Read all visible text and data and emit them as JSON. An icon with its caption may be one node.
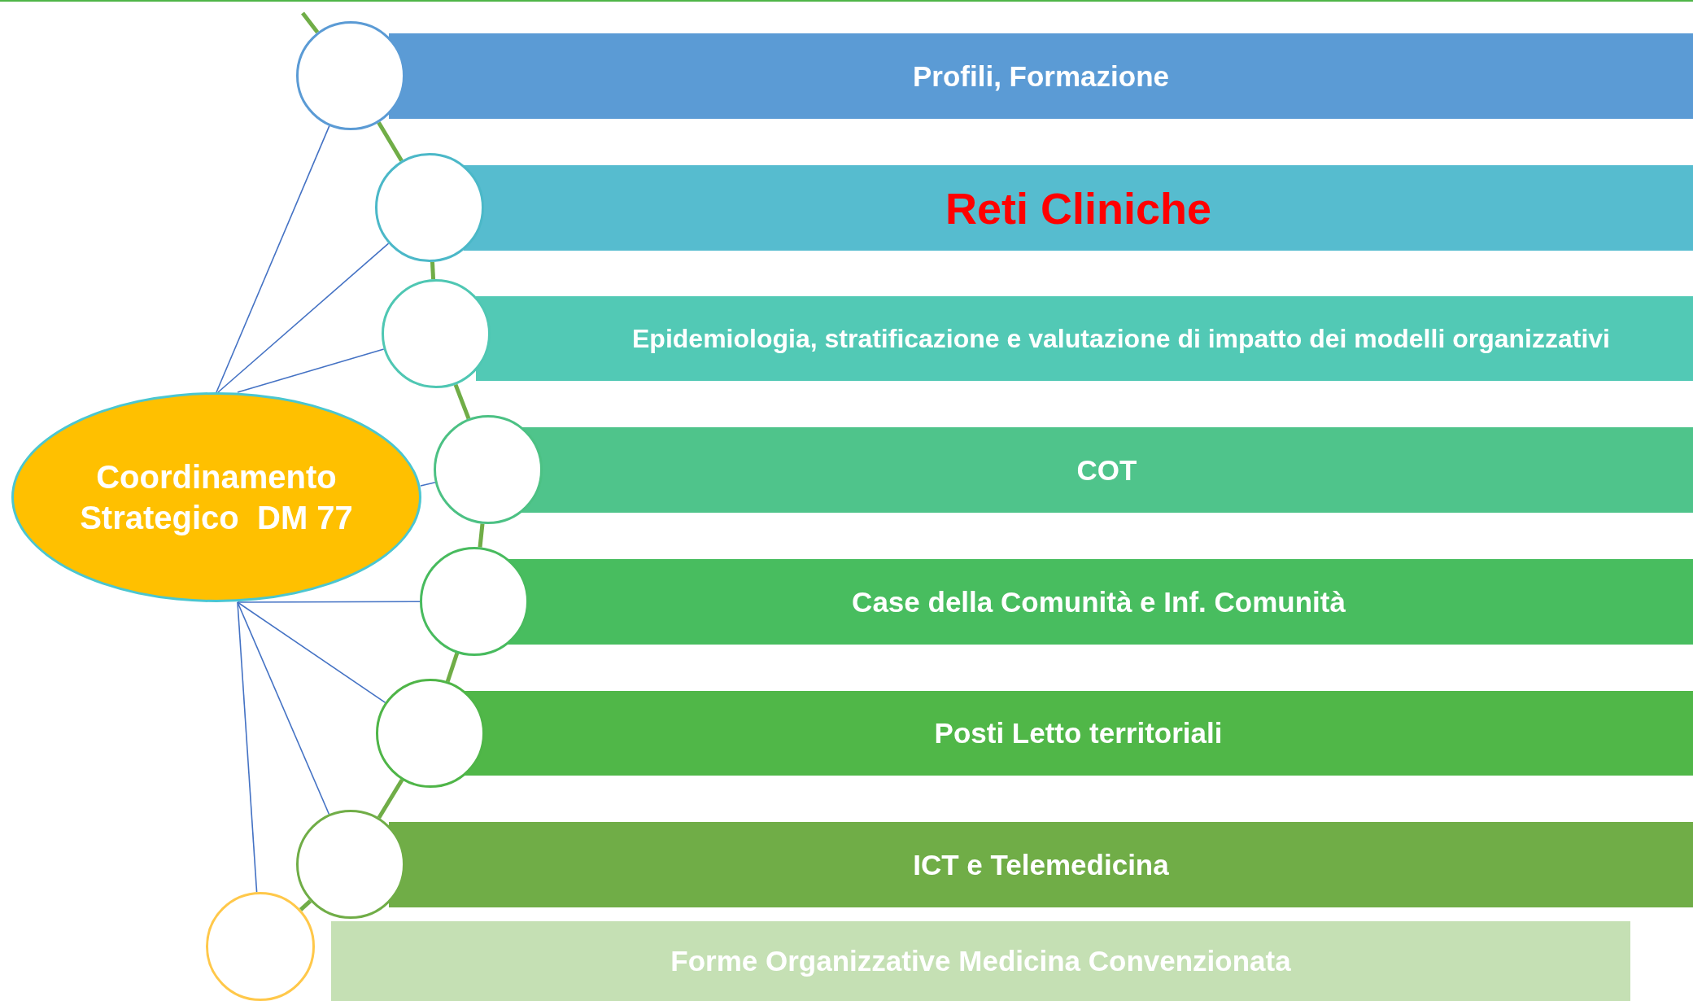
{
  "diagram": {
    "nodes": [
      {
        "text": [
          "Coordinamento Strategico  DM 77"
        ]
      },
      {
        "text": [
          "Profili, Formazione"
        ]
      },
      {
        "text": [
          "Reti Cliniche"
        ]
      },
      {
        "text": [
          "Epidemiologia, stratificazione e valutazione di impatto dei modelli organizzativi"
        ]
      },
      {
        "text": [
          "COT"
        ]
      },
      {
        "text": [
          "Case della Comunità e Inf. Comunità"
        ]
      },
      {
        "text": [
          "Posti Letto territoriali"
        ]
      },
      {
        "text": [
          "ICT e Telemedicina"
        ]
      },
      {
        "text": [
          "Forme Organizzative Medicina Convenzionata"
        ]
      },
      {
        "text": [],
        "shape": "circle"
      },
      {
        "text": [],
        "shape": "circle"
      },
      {
        "text": [],
        "shape": "circle"
      },
      {
        "text": [],
        "shape": "circle"
      },
      {
        "text": [],
        "shape": "circle"
      },
      {
        "text": [],
        "shape": "circle"
      },
      {
        "text": [],
        "shape": "circle"
      },
      {
        "text": [],
        "shape": "circle"
      }
    ],
    "edges": [
      {
        "from": 0,
        "to": 9,
        "arrow": "none"
      },
      {
        "from": 0,
        "to": 10,
        "arrow": "none"
      },
      {
        "from": 0,
        "to": 11,
        "arrow": "none"
      },
      {
        "from": 0,
        "to": 12,
        "arrow": "none"
      },
      {
        "from": 0,
        "to": 13,
        "arrow": "none"
      },
      {
        "from": 0,
        "to": 14,
        "arrow": "none"
      },
      {
        "from": 0,
        "to": 15,
        "arrow": "none"
      },
      {
        "from": 0,
        "to": 16,
        "arrow": "none"
      },
      {
        "from": null,
        "to": 9,
        "arrow": "none",
        "style": "thick",
        "color": "#70ad47"
      },
      {
        "from": 9,
        "to": 10,
        "arrow": "none",
        "style": "thick",
        "color": "#70ad47"
      },
      {
        "from": 10,
        "to": 11,
        "arrow": "none",
        "style": "thick",
        "color": "#70ad47"
      },
      {
        "from": 11,
        "to": 12,
        "arrow": "none",
        "style": "thick",
        "color": "#70ad47"
      },
      {
        "from": 12,
        "to": 13,
        "arrow": "none",
        "style": "thick",
        "color": "#70ad47"
      },
      {
        "from": 13,
        "to": 14,
        "arrow": "none",
        "style": "thick",
        "color": "#70ad47"
      },
      {
        "from": 14,
        "to": 15,
        "arrow": "none",
        "style": "thick",
        "color": "#70ad47"
      },
      {
        "from": 15,
        "to": 16,
        "arrow": "none",
        "style": "thick",
        "color": "#70ad47"
      }
    ]
  }
}
